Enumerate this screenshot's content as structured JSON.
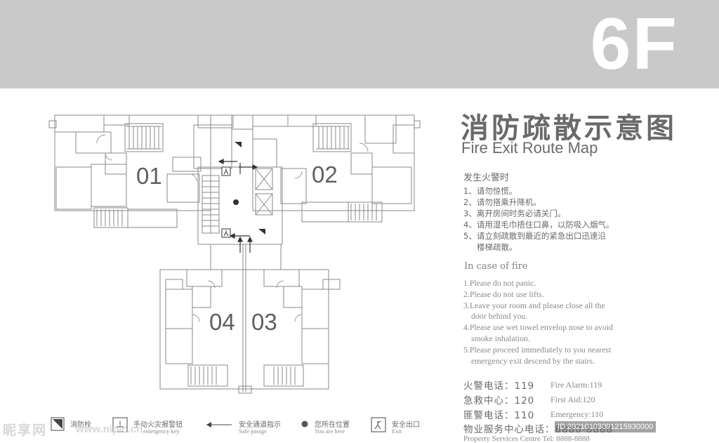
{
  "header": {
    "floor": "6F"
  },
  "title": {
    "cn": "消防疏散示意图",
    "en": "Fire Exit Route Map"
  },
  "instructions_cn": {
    "heading": "发生火警时",
    "items": [
      "1、请勿惊慌。",
      "2、请勿搭乘升降机。",
      "3、离开房间时务必请关门。",
      "4、请用湿毛巾捂住口鼻，以防吸入烟气。",
      "5、请立刻疏散到最近的紧急出口迅速沿",
      "楼梯疏散。"
    ]
  },
  "instructions_en": {
    "heading": "In case of fire",
    "items": [
      "1.Please do not panic.",
      "2.Please do not use lifts.",
      "3.Leave your room and please close all the",
      "door behind you.",
      "4.Please use wet towel envelop nose to avoid",
      "smoke inhalation.",
      "5.Please proceed immediately to you nearest",
      "emergency exit descend by the stairs."
    ]
  },
  "phones": [
    {
      "cn": "火警电话：119",
      "en": "Fire Alarm:119"
    },
    {
      "cn": "急救中心：120",
      "en": "First Aid:120"
    },
    {
      "cn": "匪警电话：110",
      "en": "Emergency:110"
    }
  ],
  "service": {
    "cn": "物业服务中心电话：8888-8888",
    "en": "Property Services Centre Tel: 8888-8888"
  },
  "units": [
    "01",
    "02",
    "04",
    "03"
  ],
  "legend": [
    {
      "cn": "消防栓",
      "en": "",
      "icon": "fire-hydrant-icon"
    },
    {
      "cn": "手动火灾报警钮",
      "en": "emergency key",
      "icon": "alarm-button-icon"
    },
    {
      "cn": "安全通道指示",
      "en": "Safe passge",
      "icon": "arrow-left-icon"
    },
    {
      "cn": "您所在位置",
      "en": "You are here",
      "icon": "dot-icon"
    },
    {
      "cn": "安全出口",
      "en": "Exit",
      "icon": "exit-sign-icon"
    }
  ],
  "watermark": {
    "site": "昵享网",
    "url": "www.nipic.cn",
    "id": "ID:20210103091215930000"
  }
}
